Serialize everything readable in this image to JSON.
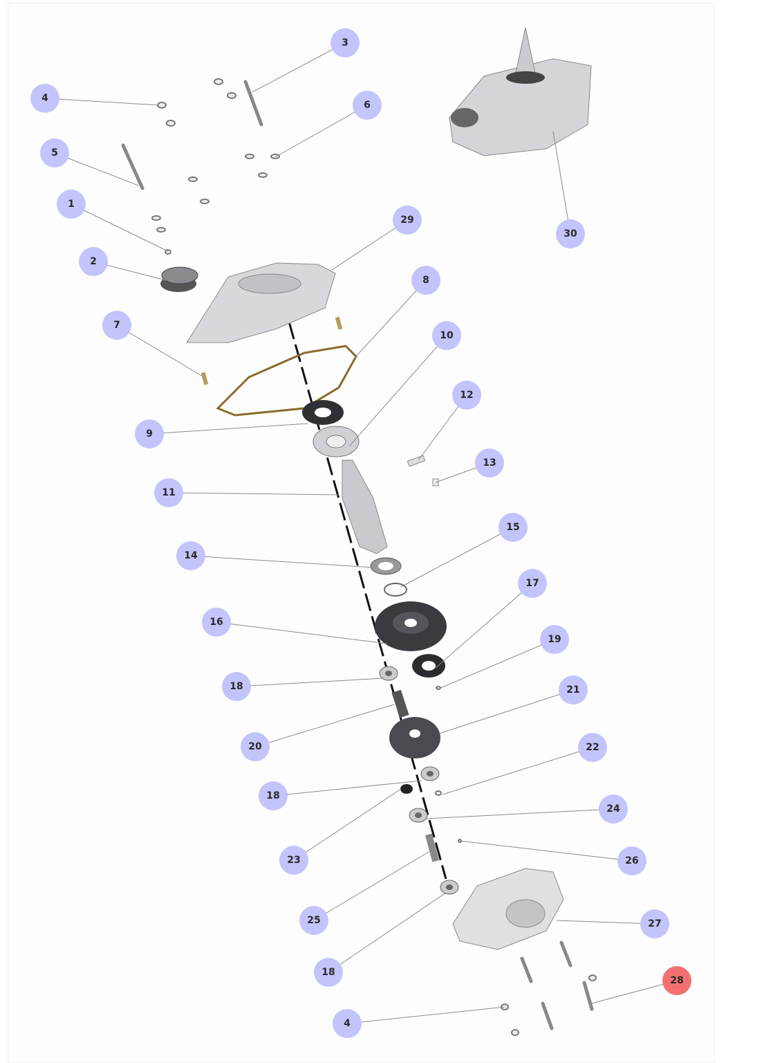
{
  "diagram": {
    "type": "exploded-parts-diagram",
    "colors": {
      "callout": "#c4c4fc",
      "callout_highlight": "#f47070",
      "leader": "#8a8a8a",
      "metal": "#cfd1d4",
      "rubber": "#3a3b3f",
      "gasket": "#8a6a2c"
    },
    "callouts": [
      {
        "label": "3",
        "highlighted": false
      },
      {
        "label": "4",
        "highlighted": false
      },
      {
        "label": "6",
        "highlighted": false
      },
      {
        "label": "5",
        "highlighted": false
      },
      {
        "label": "1",
        "highlighted": false
      },
      {
        "label": "29",
        "highlighted": false
      },
      {
        "label": "30",
        "highlighted": false
      },
      {
        "label": "2",
        "highlighted": false
      },
      {
        "label": "8",
        "highlighted": false
      },
      {
        "label": "7",
        "highlighted": false
      },
      {
        "label": "10",
        "highlighted": false
      },
      {
        "label": "12",
        "highlighted": false
      },
      {
        "label": "9",
        "highlighted": false
      },
      {
        "label": "13",
        "highlighted": false
      },
      {
        "label": "11",
        "highlighted": false
      },
      {
        "label": "15",
        "highlighted": false
      },
      {
        "label": "14",
        "highlighted": false
      },
      {
        "label": "17",
        "highlighted": false
      },
      {
        "label": "16",
        "highlighted": false
      },
      {
        "label": "19",
        "highlighted": false
      },
      {
        "label": "18",
        "highlighted": false
      },
      {
        "label": "21",
        "highlighted": false
      },
      {
        "label": "20",
        "highlighted": false
      },
      {
        "label": "22",
        "highlighted": false
      },
      {
        "label": "18",
        "highlighted": false
      },
      {
        "label": "24",
        "highlighted": false
      },
      {
        "label": "23",
        "highlighted": false
      },
      {
        "label": "26",
        "highlighted": false
      },
      {
        "label": "25",
        "highlighted": false
      },
      {
        "label": "27",
        "highlighted": false
      },
      {
        "label": "18",
        "highlighted": false
      },
      {
        "label": "28",
        "highlighted": true
      },
      {
        "label": "4",
        "highlighted": false
      }
    ]
  }
}
